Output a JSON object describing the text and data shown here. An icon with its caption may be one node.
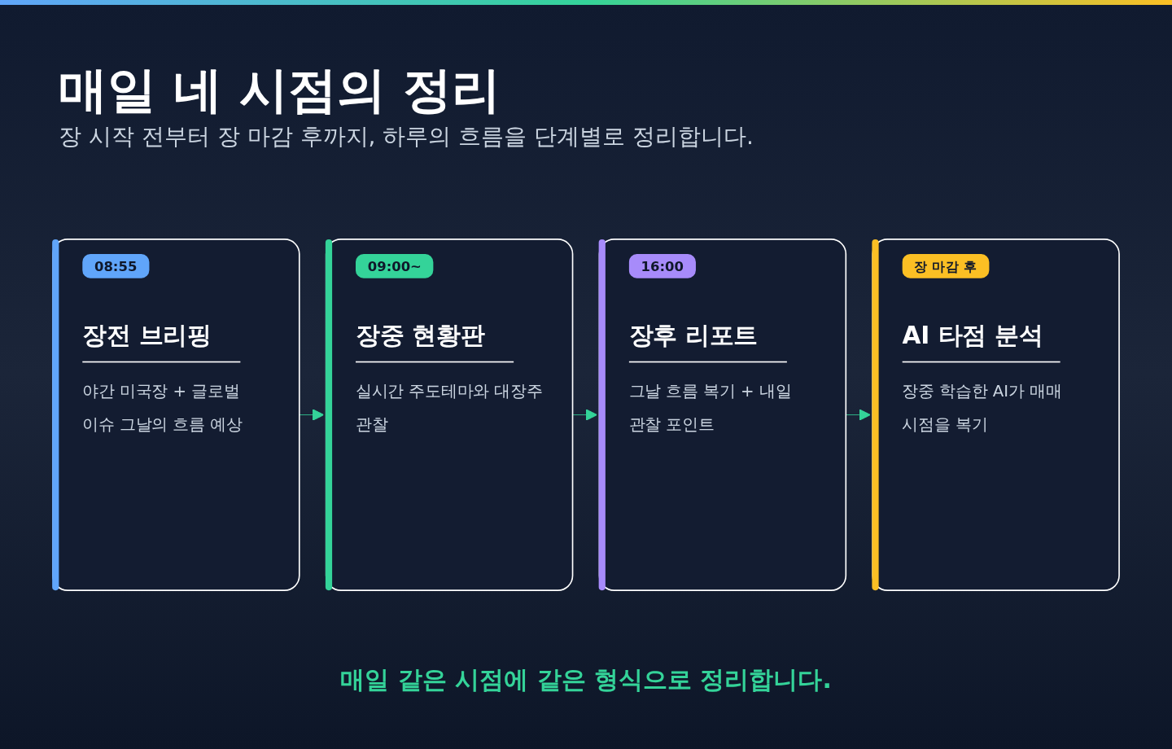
{
  "diagram": {
    "title": "매일 네 시점의 정리",
    "caption": "매일 같은 시점에 같은 형식으로 정리합니다.",
    "nodes": [
      {
        "text": [
          "08:55",
          "장전 브리핑",
          "야간 미국장 + 글로벌 이슈 그날의 흐름 예상"
        ]
      },
      {
        "text": [
          "09:00~",
          "장중 현황판",
          "실시간 주도테마와 대장주 관찰"
        ]
      },
      {
        "text": [
          "16:00",
          "장후 리포트",
          "그날 흐름 복기 + 내일 관찰 포인트"
        ]
      },
      {
        "text": [
          "장 마감 후",
          "AI 타점 분석",
          "장중 학습한 AI가 매매 시점을 복기"
        ]
      }
    ],
    "edges": [
      {
        "from": 0,
        "to": 1,
        "arrow": "to"
      },
      {
        "from": 1,
        "to": 2,
        "arrow": "to"
      },
      {
        "from": 2,
        "to": 3,
        "arrow": "to"
      }
    ],
    "labels": [
      "장 시작 전부터 장 마감 후까지, 하루의 흐름을 단계별로 정리합니다."
    ]
  }
}
